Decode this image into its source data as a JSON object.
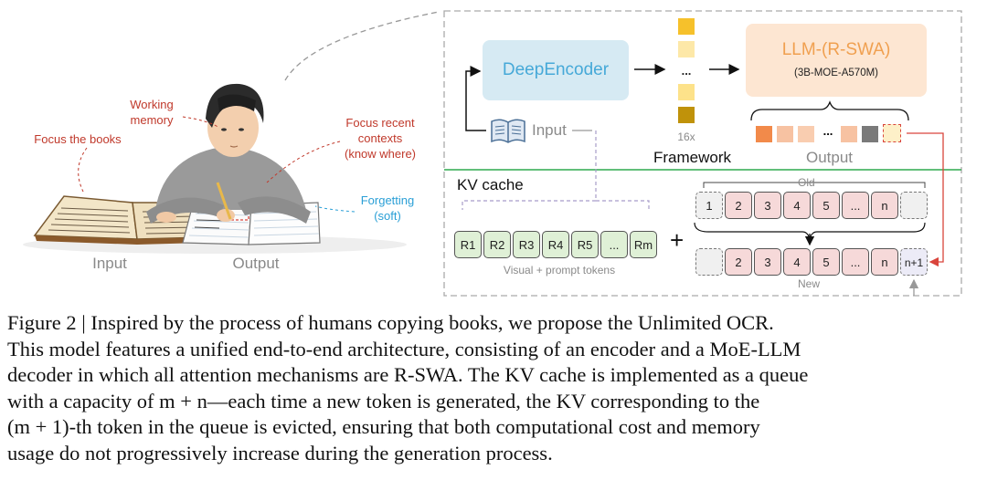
{
  "illustration": {
    "focus_books": "Focus the books",
    "working_memory": [
      "Working",
      "memory"
    ],
    "focus_recent": [
      "Focus recent",
      "contexts",
      "(know where)"
    ],
    "forgetting": [
      "Forgetting",
      "(soft)"
    ],
    "input_label": "Input",
    "output_label": "Output"
  },
  "framework": {
    "deepencoder": "DeepEncoder",
    "llm_title": "LLM-(R-SWA)",
    "llm_subtitle": "(3B-MOE-A570M)",
    "ellipsis": "...",
    "token_count": "16x",
    "framework_label": "Framework",
    "input_label": "Input",
    "output_label": "Output",
    "output_ellipsis": "..."
  },
  "kv_cache": {
    "title": "KV cache",
    "visual_tokens": [
      "R1",
      "R2",
      "R3",
      "R4",
      "R5",
      "...",
      "Rm"
    ],
    "visual_caption": "Visual + prompt tokens",
    "plus": "+",
    "old_label": "Old",
    "old_tokens": [
      "1",
      "2",
      "3",
      "4",
      "5",
      "...",
      "n"
    ],
    "new_label": "New",
    "new_tokens": [
      "2",
      "3",
      "4",
      "5",
      "...",
      "n",
      "n+1"
    ]
  },
  "caption": {
    "lines": [
      "Figure 2 | Inspired by the process of humans copying books, we propose the Unlimited OCR.",
      "This model features a unified end-to-end architecture, consisting of an encoder and a MoE-LLM",
      "decoder in which all attention mechanisms are R-SWA. The KV cache is implemented as a queue",
      "with a capacity of m + n—each time a new token is generated, the KV corresponding to the",
      "(m + 1)-th token in the queue is evicted, ensuring that both computational cost and memory",
      "usage do not progressively increase during the generation process."
    ]
  },
  "colors": {
    "encoder_fill": "#d6eaf3",
    "encoder_text": "#46a9d8",
    "llm_fill": "#fde6d2",
    "llm_text": "#f0a050",
    "divider": "#2faa4e",
    "token_green": "#dff0d6",
    "token_pink": "#f6d9d9",
    "arrow_red": "#d9453c"
  }
}
